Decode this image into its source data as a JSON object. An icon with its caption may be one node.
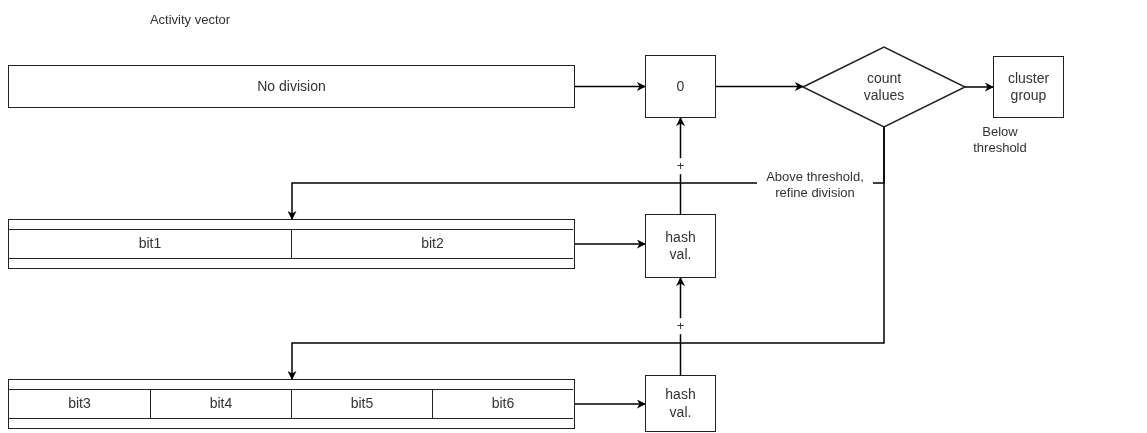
{
  "diagram": {
    "nodes": [
      {
        "text": [
          "No division"
        ]
      },
      {
        "text": [
          "0"
        ]
      },
      {
        "text": [
          "count values"
        ]
      },
      {
        "text": [
          "cluster group"
        ]
      },
      {
        "text": [],
        "shape": "box"
      },
      {
        "text": [
          "bit1"
        ],
        "in": 4
      },
      {
        "text": [
          "bit2"
        ],
        "in": 4
      },
      {
        "text": [
          "hash val."
        ]
      },
      {
        "text": [],
        "shape": "box"
      },
      {
        "text": [
          "bit3"
        ],
        "in": 8
      },
      {
        "text": [
          "bit4"
        ],
        "in": 8
      },
      {
        "text": [
          "bit5"
        ],
        "in": 8
      },
      {
        "text": [
          "bit6"
        ],
        "in": 8
      },
      {
        "text": [
          "hash val."
        ]
      }
    ],
    "edges": [
      {
        "from": 0,
        "to": 1,
        "arrow": "to"
      },
      {
        "from": 1,
        "to": 2,
        "arrow": "to"
      },
      {
        "from": 2,
        "to": 3,
        "arrow": "to",
        "label": "Below threshold"
      },
      {
        "from": 2,
        "to": 4,
        "arrow": "to",
        "label": "Above threshold, refine division"
      },
      {
        "from": 2,
        "to": 8,
        "arrow": "to"
      },
      {
        "from": 4,
        "to": 7,
        "arrow": "to"
      },
      {
        "from": 7,
        "to": 1,
        "arrow": "to",
        "label": "+"
      },
      {
        "from": 8,
        "to": 13,
        "arrow": "to"
      },
      {
        "from": 13,
        "to": 7,
        "arrow": "to",
        "label": "+"
      }
    ],
    "labels": [
      "Activity vector"
    ]
  }
}
